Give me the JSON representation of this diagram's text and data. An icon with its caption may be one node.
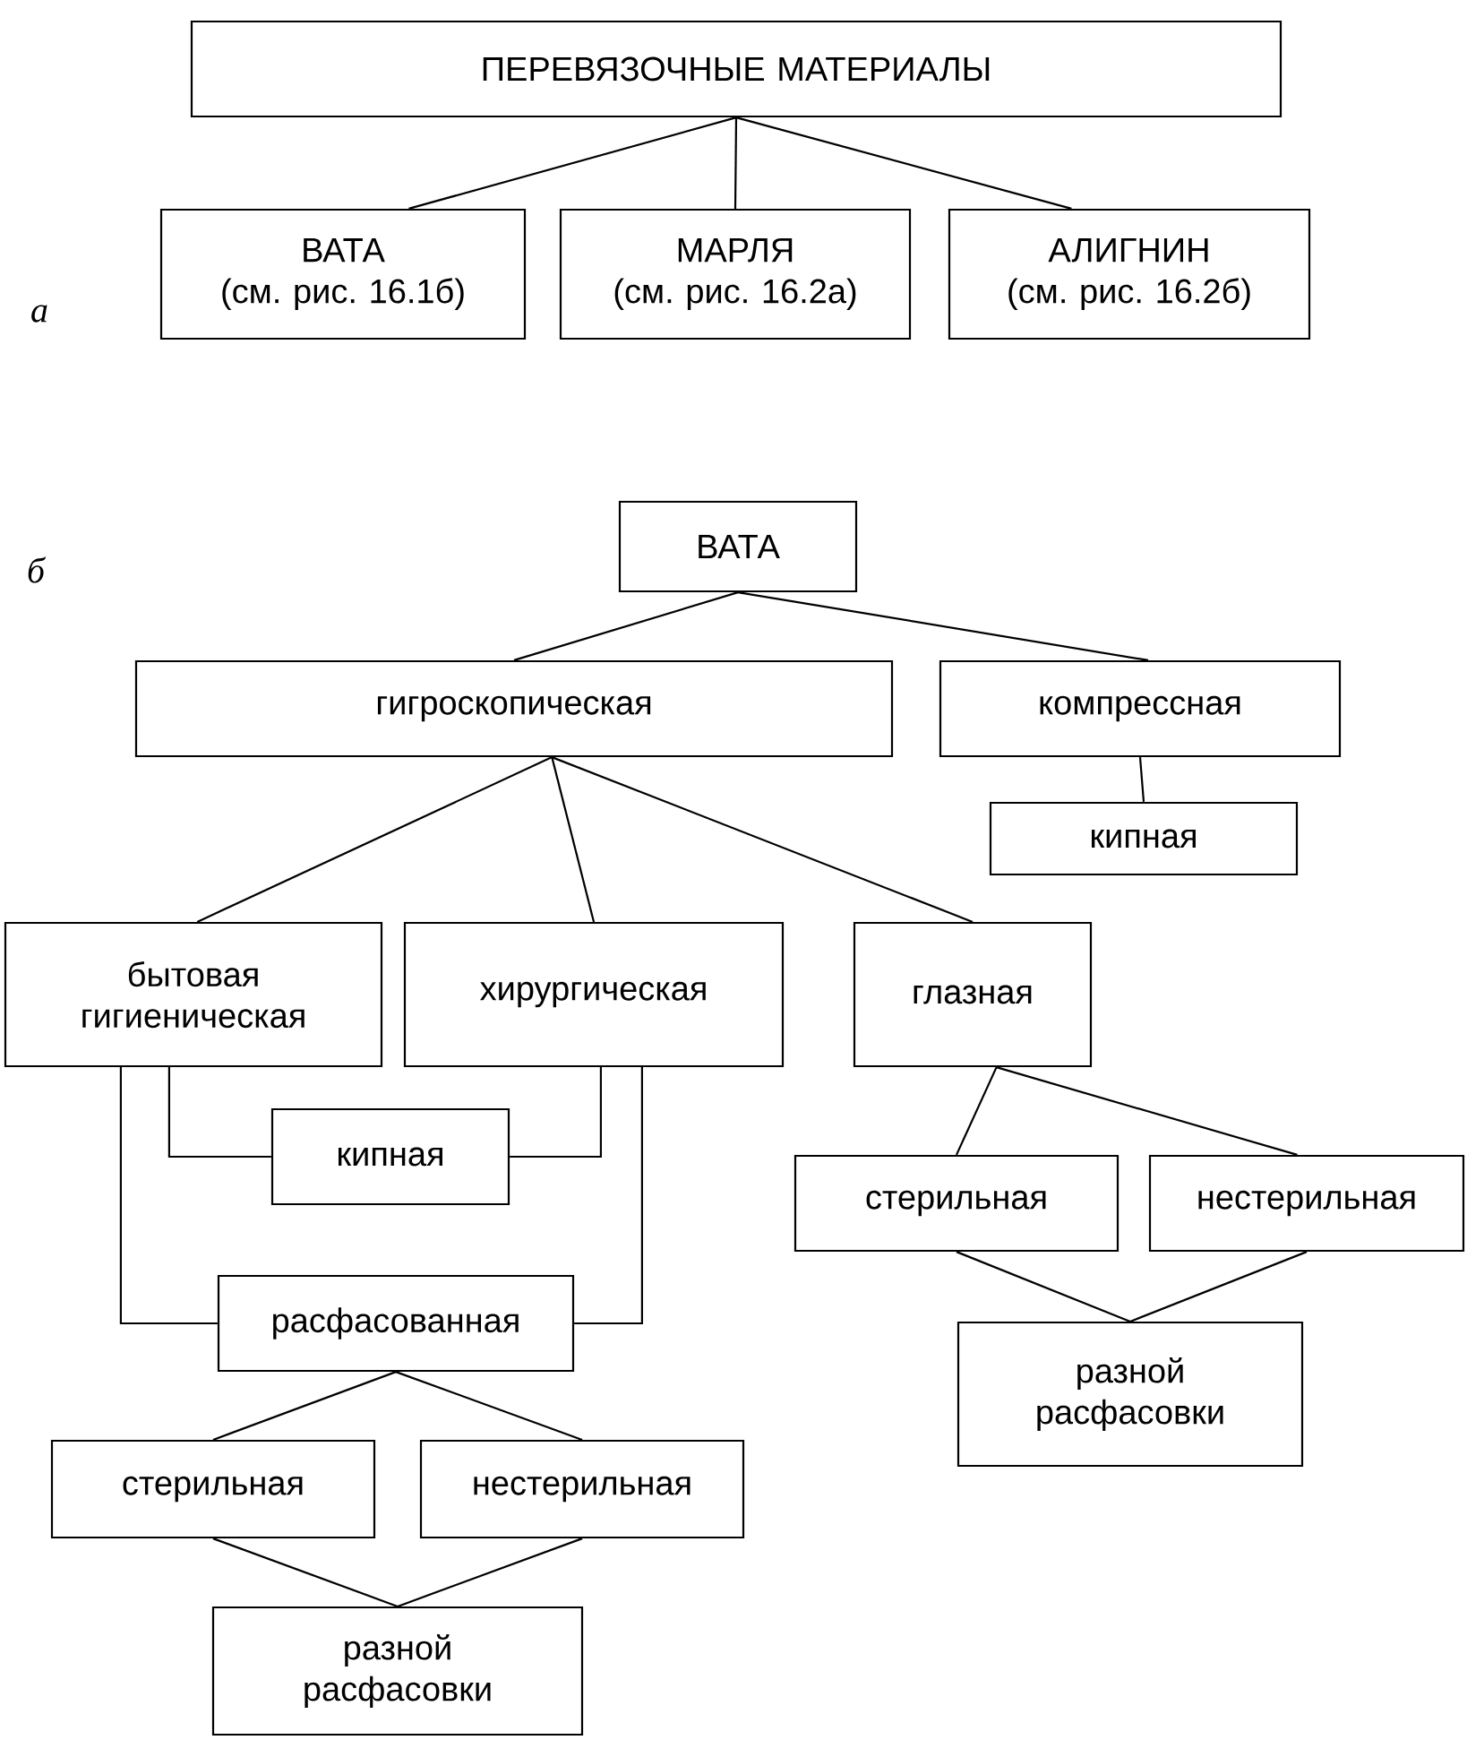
{
  "diagram": {
    "nodes": [
      {
        "text": [
          "ПЕРЕВЯЗОЧНЫЕ МАТЕРИАЛЫ"
        ]
      },
      {
        "text": [
          "ВАТА",
          "(см. рис. 16.1б)"
        ]
      },
      {
        "text": [
          "МАРЛЯ",
          "(см. рис. 16.2а)"
        ]
      },
      {
        "text": [
          "АЛИГНИН",
          "(см. рис. 16.2б)"
        ]
      },
      {
        "text": [
          "ВАТА"
        ]
      },
      {
        "text": [
          "гигроскопическая"
        ]
      },
      {
        "text": [
          "компрессная"
        ]
      },
      {
        "text": [
          "кипная"
        ]
      },
      {
        "text": [
          "бытовая гигиеническая"
        ]
      },
      {
        "text": [
          "хирургическая"
        ]
      },
      {
        "text": [
          "глазная"
        ]
      },
      {
        "text": [
          "кипная"
        ]
      },
      {
        "text": [
          "расфасованная"
        ]
      },
      {
        "text": [
          "стерильная"
        ]
      },
      {
        "text": [
          "нестерильная"
        ]
      },
      {
        "text": [
          "разной расфасовки"
        ]
      },
      {
        "text": [
          "стерильная"
        ]
      },
      {
        "text": [
          "нестерильная"
        ]
      },
      {
        "text": [
          "разной расфасовки"
        ]
      }
    ],
    "edges": [
      {
        "from": 0,
        "to": 1,
        "arrow": "none"
      },
      {
        "from": 0,
        "to": 2,
        "arrow": "none"
      },
      {
        "from": 0,
        "to": 3,
        "arrow": "none"
      },
      {
        "from": 4,
        "to": 5,
        "arrow": "none"
      },
      {
        "from": 4,
        "to": 6,
        "arrow": "none"
      },
      {
        "from": 6,
        "to": 7,
        "arrow": "none"
      },
      {
        "from": 5,
        "to": 8,
        "arrow": "none"
      },
      {
        "from": 5,
        "to": 9,
        "arrow": "none"
      },
      {
        "from": 5,
        "to": 10,
        "arrow": "none"
      },
      {
        "from": 8,
        "to": 11,
        "arrow": "none"
      },
      {
        "from": 9,
        "to": 11,
        "arrow": "none"
      },
      {
        "from": 8,
        "to": 12,
        "arrow": "none"
      },
      {
        "from": 9,
        "to": 12,
        "arrow": "none"
      },
      {
        "from": 12,
        "to": 13,
        "arrow": "none"
      },
      {
        "from": 12,
        "to": 14,
        "arrow": "none"
      },
      {
        "from": 13,
        "to": 15,
        "arrow": "none"
      },
      {
        "from": 14,
        "to": 15,
        "arrow": "none"
      },
      {
        "from": 10,
        "to": 16,
        "arrow": "none"
      },
      {
        "from": 10,
        "to": 17,
        "arrow": "none"
      },
      {
        "from": 16,
        "to": 18,
        "arrow": "none"
      },
      {
        "from": 17,
        "to": 18,
        "arrow": "none"
      }
    ],
    "labels": [
      "а",
      "б"
    ]
  }
}
